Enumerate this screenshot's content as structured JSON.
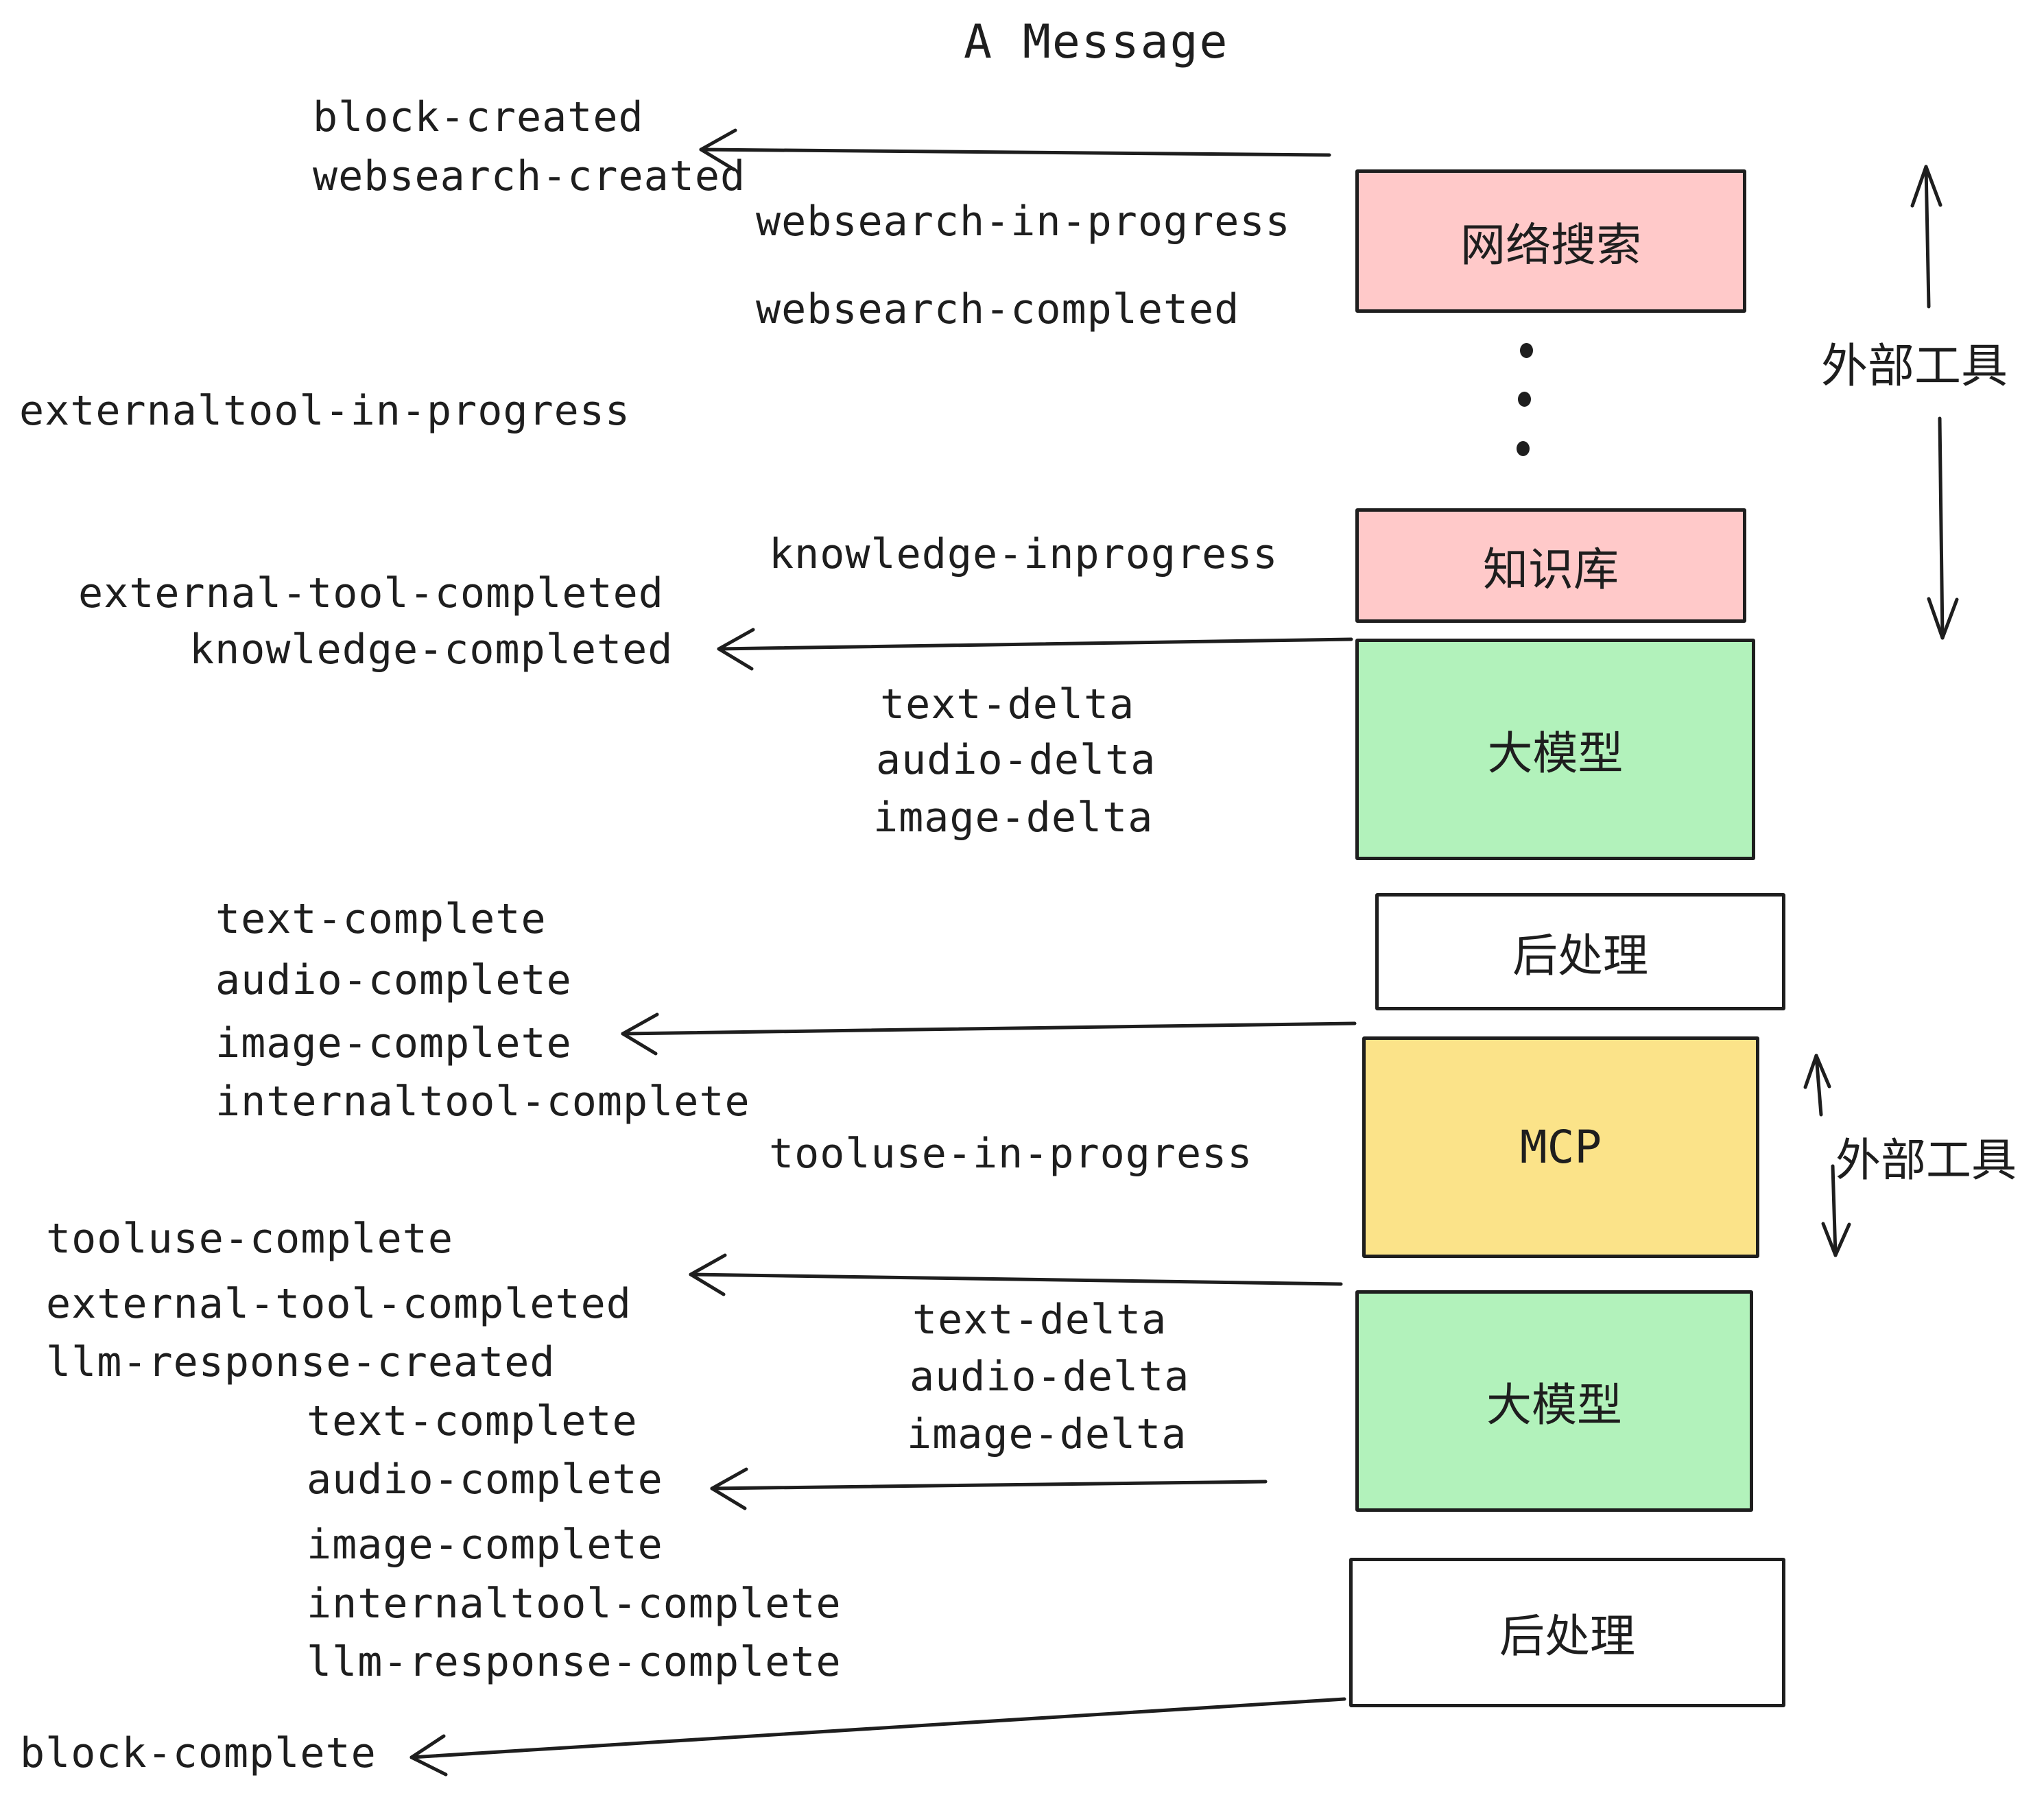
{
  "title": "A Message",
  "colors": {
    "pink": "#ffc9c9",
    "green": "#b2f2bb",
    "yellow": "#fbe389",
    "white": "#ffffff",
    "ink": "#1e1e1e"
  },
  "boxes": {
    "websearch": {
      "label": "网络搜索"
    },
    "knowledge": {
      "label": "知识库"
    },
    "llm1": {
      "label": "大模型"
    },
    "post1": {
      "label": "后处理"
    },
    "mcp": {
      "label": "MCP"
    },
    "llm2": {
      "label": "大模型"
    },
    "post2": {
      "label": "后处理"
    }
  },
  "side_labels": {
    "external_tools_top": "外部工具",
    "external_tools_mid": "外部工具"
  },
  "events": {
    "block_created": "block-created",
    "websearch_created": "websearch-created",
    "websearch_in_progress": "websearch-in-progress",
    "websearch_completed": "websearch-completed",
    "externaltool_in_progress": "externaltool-in-progress",
    "knowledge_inprogress": "knowledge-inprogress",
    "external_tool_completed_1": "external-tool-completed",
    "knowledge_completed": "knowledge-completed",
    "text_delta_1": "text-delta",
    "audio_delta_1": "audio-delta",
    "image_delta_1": "image-delta",
    "text_complete_1": "text-complete",
    "audio_complete_1": "audio-complete",
    "image_complete_1": "image-complete",
    "internaltool_complete_1": "internaltool-complete",
    "tooluse_in_progress": "tooluse-in-progress",
    "tooluse_complete": "tooluse-complete",
    "external_tool_completed_2": "external-tool-completed",
    "llm_response_created": "llm-response-created",
    "text_delta_2": "text-delta",
    "audio_delta_2": "audio-delta",
    "image_delta_2": "image-delta",
    "text_complete_2": "text-complete",
    "audio_complete_2": "audio-complete",
    "image_complete_2": "image-complete",
    "internaltool_complete_2": "internaltool-complete",
    "llm_response_complete": "llm-response-complete",
    "block_complete": "block-complete"
  }
}
